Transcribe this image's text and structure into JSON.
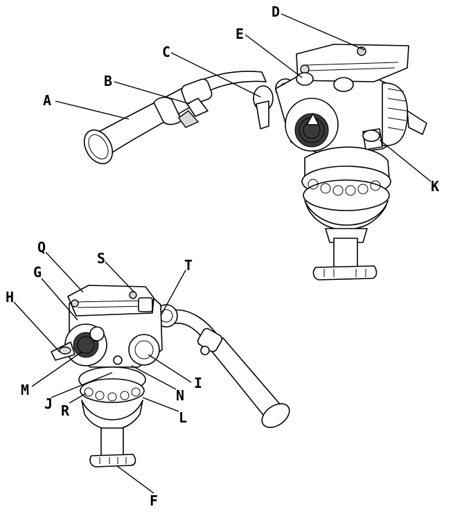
{
  "callouts": {
    "a": "A",
    "b": "B",
    "c": "C",
    "d": "D",
    "e": "E",
    "k": "K",
    "q": "Q",
    "s": "S",
    "t": "T",
    "g": "G",
    "h": "H",
    "m": "M",
    "j": "J",
    "r": "R",
    "n": "N",
    "i": "I",
    "l": "L",
    "f": "F"
  }
}
